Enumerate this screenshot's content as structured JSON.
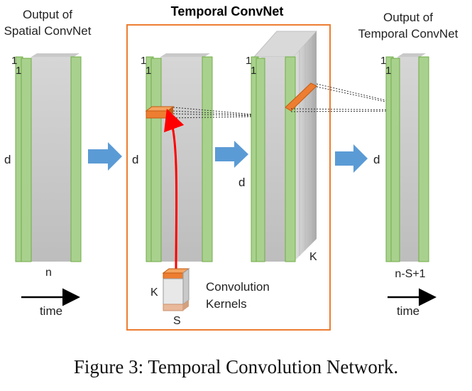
{
  "spatial_output": {
    "title_line1": "Output of",
    "title_line2": "Spatial ConvNet",
    "depth_label_1": "1",
    "depth_label_2": "1",
    "height_label": "d",
    "width_label": "n",
    "time_label": "time"
  },
  "temporal_convnet": {
    "title": "Temporal ConvNet",
    "input_depth_label_1": "1",
    "input_depth_label_2": "1",
    "input_height_label": "d",
    "output_depth_label_1": "1",
    "output_depth_label_2": "1",
    "output_height_label": "d",
    "stack_label": "K",
    "kernel_height_label": "K",
    "kernel_width_label": "S",
    "kernel_caption_line1": "Convolution",
    "kernel_caption_line2": "Kernels"
  },
  "temporal_output": {
    "title_line1": "Output of",
    "title_line2": "Temporal ConvNet",
    "depth_label_1": "1",
    "depth_label_2": "1",
    "height_label": "d",
    "width_label": "n-S+1",
    "time_label": "time"
  },
  "caption": "Figure 3: Temporal Convolution Network.",
  "colors": {
    "green_face": "#a9d18e",
    "green_edge": "#70ad47",
    "gray_body": "#d0d0d0",
    "box_border": "#ed7d31",
    "kernel_orange": "#ed7d31",
    "arrow_blue": "#5b9bd5",
    "red_arrow": "#ff0000"
  }
}
